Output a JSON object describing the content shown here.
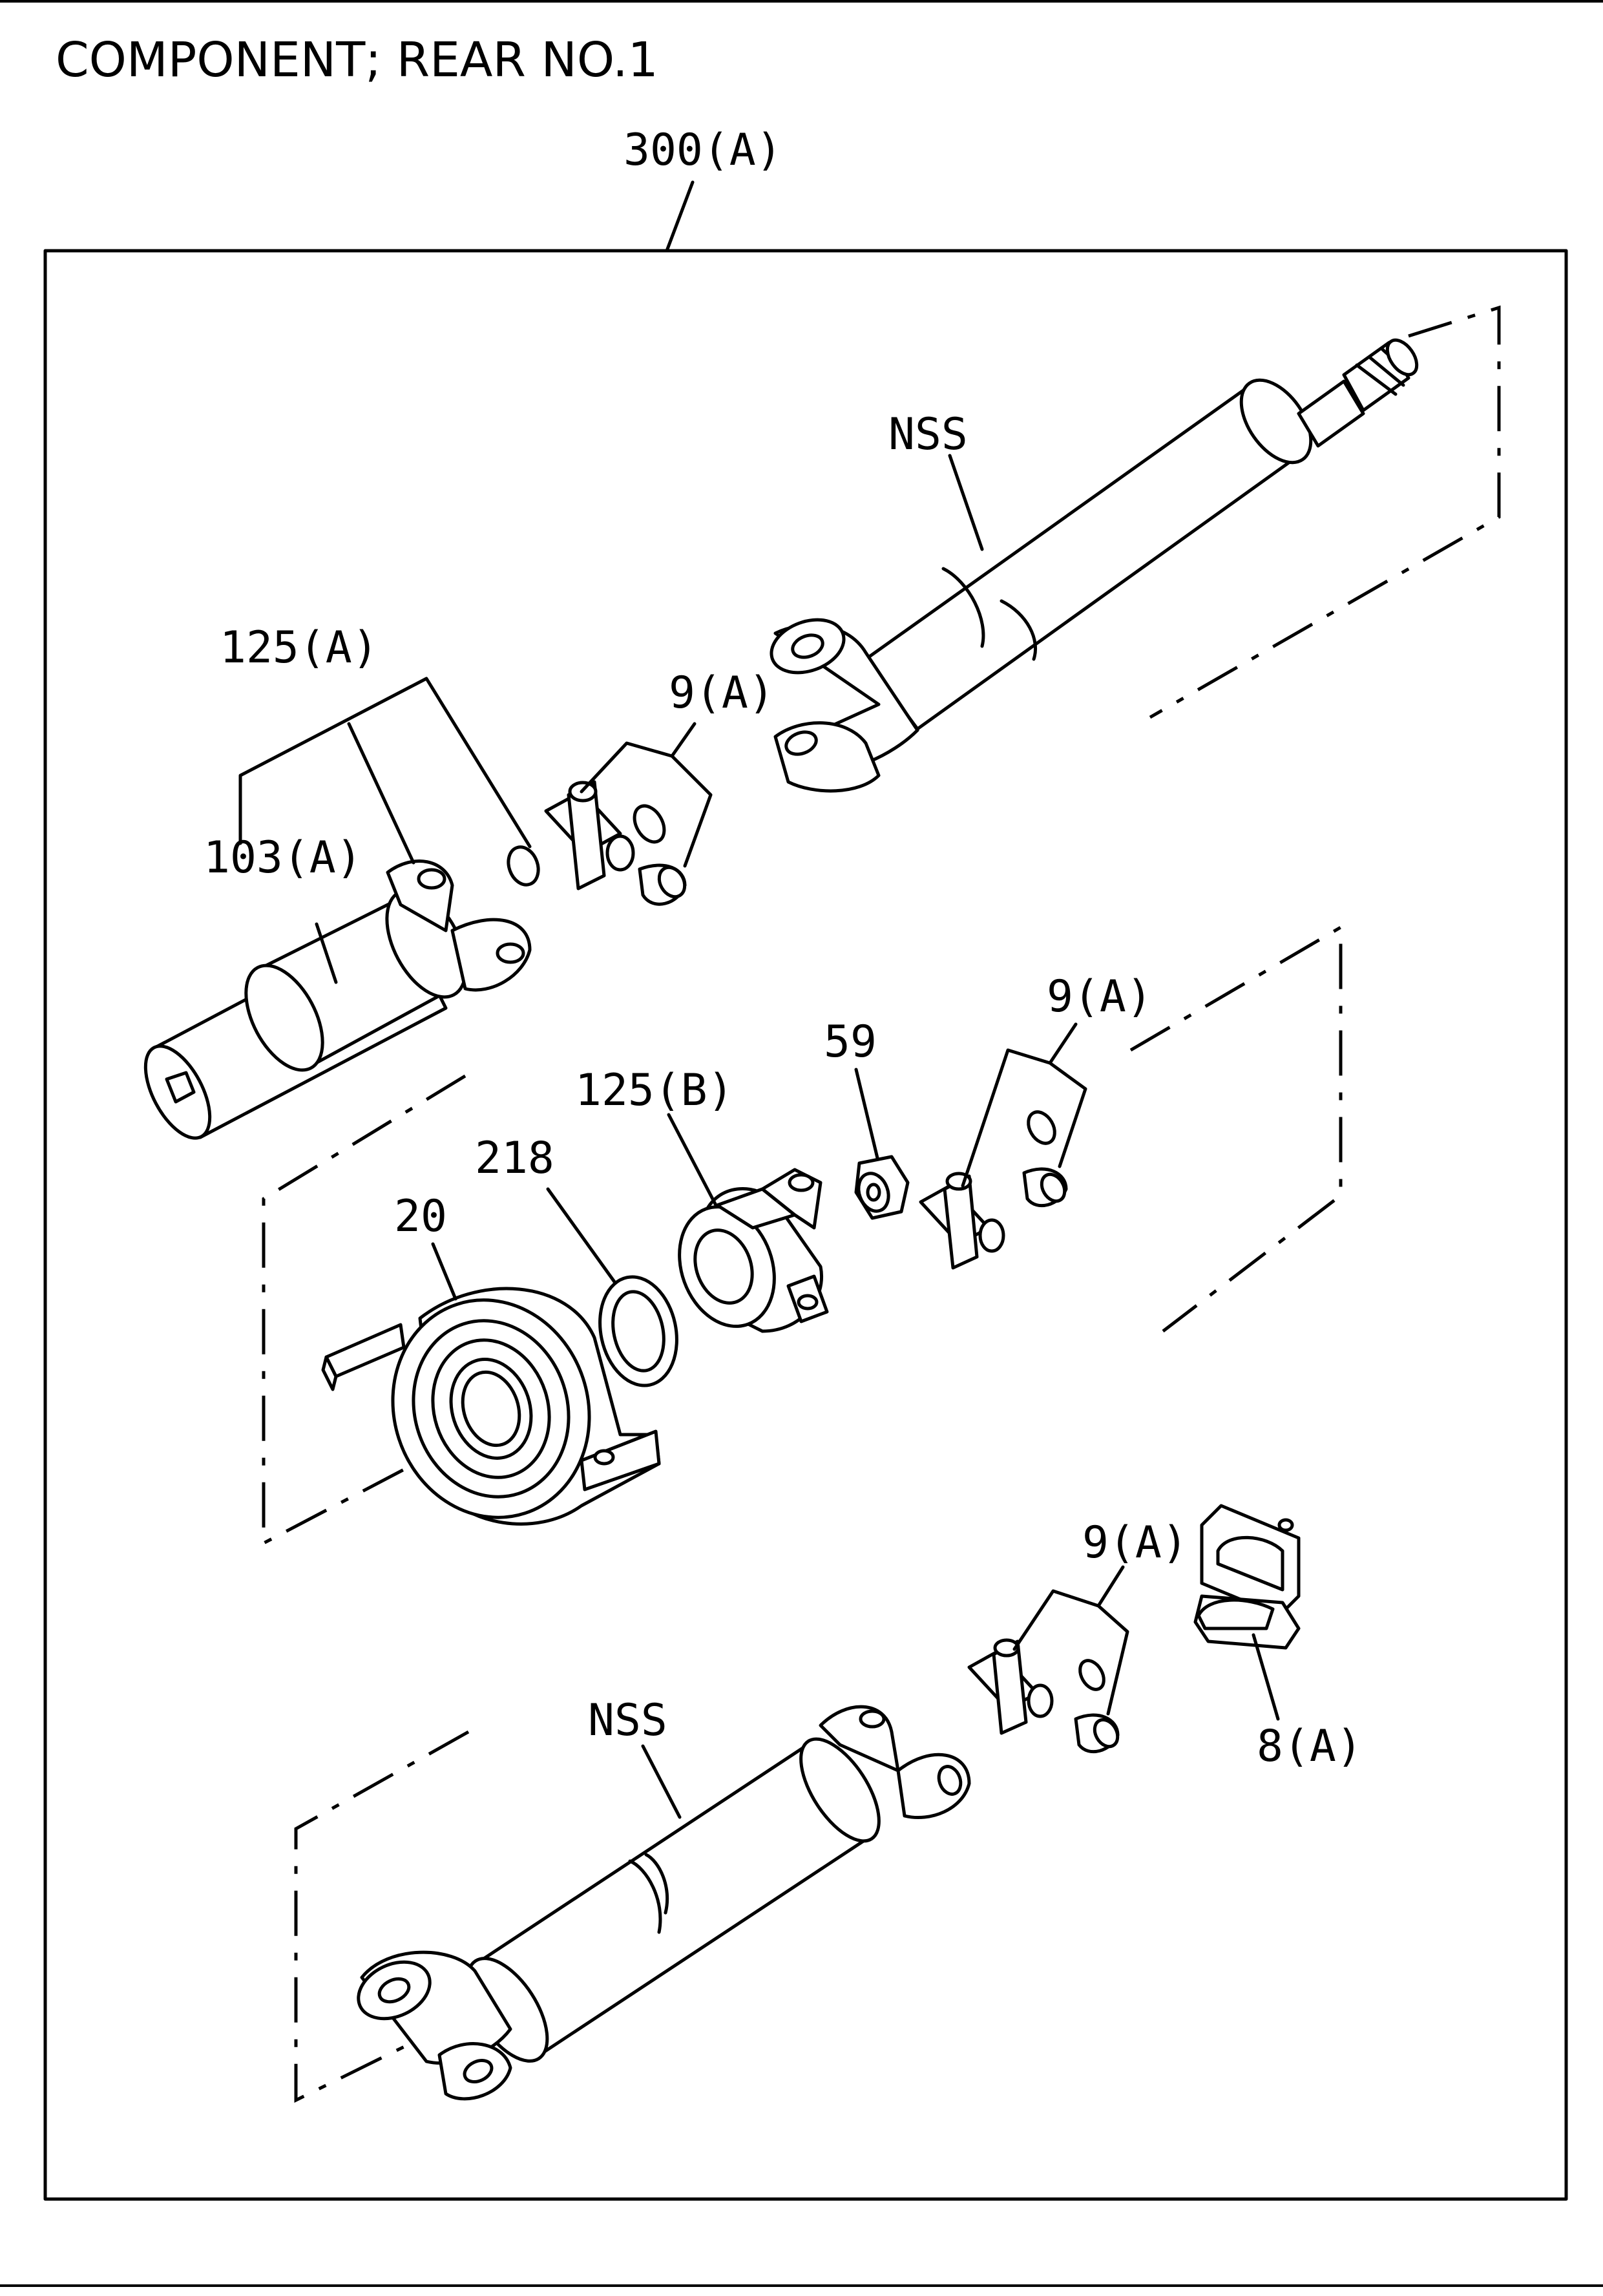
{
  "title": "COMPONENT; REAR NO.1",
  "labels": {
    "assembly": "300(A)",
    "shaft_front": "NSS",
    "yoke_sleeve_set": "125(A)",
    "sleeve_yoke": "103(A)",
    "joint_kit_1": "9(A)",
    "joint_kit_2": "9(A)",
    "joint_kit_3": "9(A)",
    "flange_yoke_b": "125(B)",
    "nut": "59",
    "washer": "218",
    "center_bearing": "20",
    "shaft_rear": "NSS",
    "flange_yoke": "8(A)"
  }
}
